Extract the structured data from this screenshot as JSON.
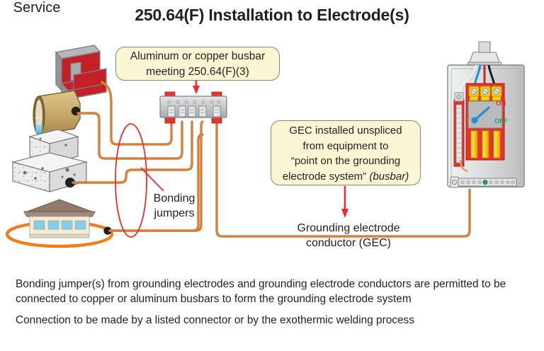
{
  "title": "250.64(F) Installation to Electrode(s)",
  "callouts": {
    "busbar": {
      "line1": "Aluminum or copper busbar",
      "line2": "meeting 250.64(F)(3)"
    },
    "gec": {
      "line1": "GEC installed unspliced",
      "line2": "from equipment to",
      "line3": "“point on the grounding",
      "line4_main": "electrode system” ",
      "line4_ital": "(busbar)"
    }
  },
  "labels": {
    "bonding_line1": "Bonding",
    "bonding_line2": "jumpers",
    "gec_line1": "Grounding electrode",
    "gec_line2": "conductor (GEC)",
    "service": "Service",
    "switch_on": "ON",
    "switch_off": "OFF"
  },
  "notes": {
    "note1": "Bonding jumper(s) from grounding electrodes and grounding electrode conductors are permitted to be connected to copper or aluminum busbars to form the grounding electrode system",
    "note2": "Connection to be made by a listed connector or by the exothermic welding process"
  },
  "icons": {
    "steel_beam": "steel-i-beam-electrode-icon",
    "water_pipe": "metal-water-pipe-electrode-icon",
    "water_drop": "water-drop-icon",
    "concrete_footing": "concrete-encased-electrode-icon",
    "building": "building-with-ground-ring-icon",
    "ground_ring": "ground-ring-electrode-icon",
    "busbar": "grounding-busbar-icon",
    "service_panel": "service-equipment-panel-icon",
    "weatherhead": "service-mast-weatherhead-icon",
    "main_breaker": "main-breaker-switch-icon",
    "neutral_bar": "neutral-bus-bar-icon",
    "ground_bar": "equipment-ground-bar-icon",
    "red_arrow": "red-leader-arrow-icon",
    "red_ellipse": "red-highlight-ellipse-icon"
  },
  "colors": {
    "background": "#ffffff",
    "text": "#231f20",
    "callout_fill": "#faf6d4",
    "callout_border": "#8e8574",
    "conductor_orange": "#d4803c",
    "ground_ring_orange": "#f07d1a",
    "highlight_red": "#ee2c2c",
    "beam_red": "#c32127",
    "panel_gray": "#d9dadb",
    "panel_interior_red": "#e8332a",
    "busbar_gray": "#c8c9ca",
    "lug_red": "#e8332a",
    "switch_on_red": "#e8332a",
    "switch_off_green": "#2f9e4f",
    "switch_lever_blue": "#2b8fd4",
    "bus_yellow": "#f7d117",
    "pipe_tan": "#c9a867",
    "water_blue": "#6ec6ef",
    "roof_brown": "#93796a",
    "wall_cream": "#f2ecd9",
    "window_blue": "#7fd0ef",
    "concrete_gray": "#e8e8e8",
    "service_blue": "#1f8fd6",
    "service_black": "#1a1a1a"
  }
}
